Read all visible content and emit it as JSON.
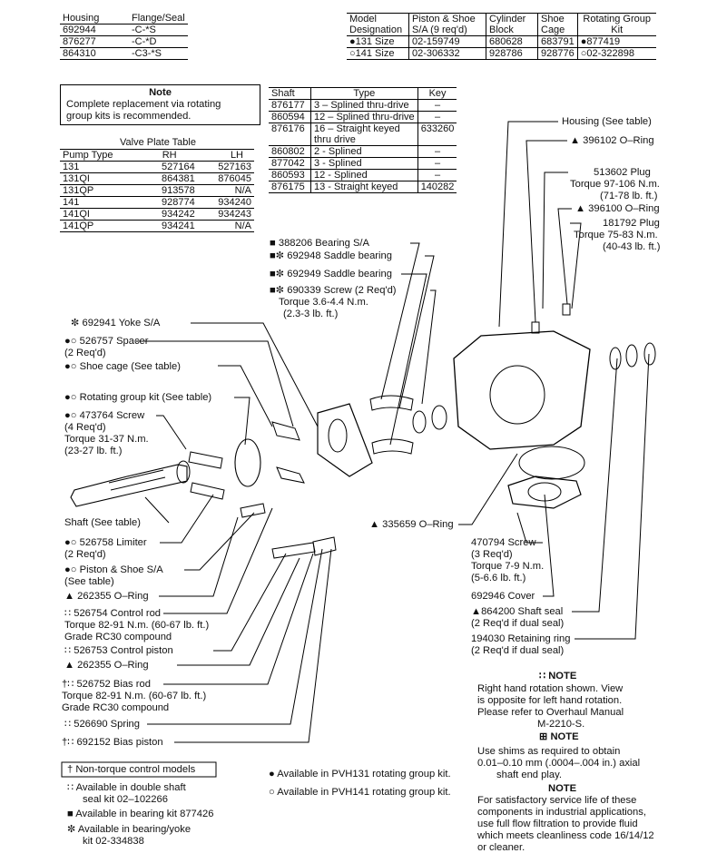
{
  "housing_table": {
    "headers": [
      "Housing",
      "Flange/Seal"
    ],
    "rows": [
      [
        "692944",
        "-C-*S"
      ],
      [
        "876277",
        "-C-*D"
      ],
      [
        "864310",
        "-C3-*S"
      ]
    ]
  },
  "model_table": {
    "headers": [
      "Model Designation",
      "Piston & Shoe S/A (9 req'd)",
      "Cylinder Block",
      "Shoe Cage",
      "Rotating Group Kit"
    ],
    "rows": [
      [
        "●131 Size",
        "02-159749",
        "680628",
        "683791",
        "●877419"
      ],
      [
        "○141 Size",
        "02-306332",
        "928786",
        "928776",
        "○02-322898"
      ]
    ]
  },
  "note_box": {
    "title": "Note",
    "text": [
      "Complete replacement via rotating",
      "group kits is recommended."
    ]
  },
  "valve_plate_table": {
    "title": "Valve Plate Table",
    "headers": [
      "Pump Type",
      "RH",
      "LH"
    ],
    "rows": [
      [
        "131",
        "527164",
        "527163"
      ],
      [
        "131QI",
        "864381",
        "876045"
      ],
      [
        "131QP",
        "913578",
        "N/A"
      ],
      [
        "141",
        "928774",
        "934240"
      ],
      [
        "141QI",
        "934242",
        "934243"
      ],
      [
        "141QP",
        "934241",
        "N/A"
      ]
    ]
  },
  "shaft_table": {
    "headers": [
      "Shaft",
      "Type",
      "Key"
    ],
    "rows": [
      [
        "876177",
        "3 – Splined thru-drive",
        "–"
      ],
      [
        "860594",
        "12 – Splined thru-drive",
        "–"
      ],
      [
        "876176",
        "16 – Straight keyed thru drive",
        "633260"
      ],
      [
        "860802",
        "2 - Splined",
        "–"
      ],
      [
        "877042",
        "3 - Splined",
        "–"
      ],
      [
        "860593",
        "12 - Splined",
        "–"
      ],
      [
        "876175",
        "13 - Straight keyed",
        "140282"
      ]
    ]
  },
  "labels_left": [
    "✼ 692941 Yoke S/A",
    "●○ 526757 Spacer",
    "(2 Req'd)",
    "●○  Shoe cage (See table)",
    "●○  Rotating group kit (See table)",
    "●○ 473764 Screw",
    "(4 Req'd)",
    "Torque 31-37 N.m.",
    "(23-27 lb. ft.)",
    "Shaft (See table)",
    "●○ 526758 Limiter",
    "(2 Req'd)",
    "●○  Piston & Shoe S/A",
    "(See table)",
    "▲ 262355 O–Ring",
    "∷ 526754 Control rod",
    "Torque 82-91 N.m. (60-67 lb. ft.)",
    "Grade RC30 compound",
    "∷  526753 Control piston",
    "▲ 262355 O–Ring",
    "†∷ 526752 Bias rod",
    "Torque 82-91 N.m. (60-67 lb. ft.)",
    "Grade RC30 compound",
    "∷ 526690 Spring",
    "†∷ 692152 Bias piston"
  ],
  "labels_mid": [
    "■ 388206 Bearing S/A",
    "■✼ 692948 Saddle bearing",
    "■✼ 692949 Saddle bearing",
    "■✼ 690339 Screw (2 Req'd)",
    "Torque 3.6-4.4 N.m.",
    "(2.3-3 lb. ft.)",
    "▲ 335659 O–Ring"
  ],
  "labels_right": [
    "Housing (See table)",
    "▲ 396102 O–Ring",
    "513602 Plug",
    "Torque 97-106 N.m.",
    "(71-78 lb. ft.)",
    "▲ 396100 O–Ring",
    "181792 Plug",
    "Torque 75-83 N.m.",
    "(40-43 lb. ft.)",
    "470794 Screw",
    "(3 Req'd)",
    "Torque 7-9 N.m.",
    "(5-6.6 lb. ft.)",
    "692946 Cover",
    "▲864200 Shaft seal",
    "(2 Req'd if dual seal)",
    "194030 Retaining ring",
    "(2 Req'd if dual seal)"
  ],
  "note1": {
    "title": "∷ NOTE",
    "text": [
      "Right  hand rotation shown.  View",
      "is opposite for left hand rotation.",
      "Please refer to Overhaul Manual",
      "M-2210-S."
    ]
  },
  "note2": {
    "title": "⊞ NOTE",
    "text": [
      "Use shims as required to obtain",
      "0.01–0.10 mm (.0004–.004 in.) axial",
      "shaft end play."
    ]
  },
  "note3": {
    "title": "NOTE",
    "text": [
      "For satisfactory service life of these",
      "components in industrial applications,",
      "use full flow filtration to provide fluid",
      "which meets cleanliness code 16/14/12",
      "or cleaner."
    ]
  },
  "legend_box": {
    "title": "† Non-torque control models"
  },
  "legend_items": [
    "∷   Available in double  shaft",
    "seal kit 02–102266",
    "■ Available in bearing kit 877426",
    "✼ Available in bearing/yoke",
    "kit 02-334838"
  ],
  "legend_mid": [
    "● Available in PVH131 rotating group kit.",
    "○ Available in PVH141 rotating group kit."
  ]
}
